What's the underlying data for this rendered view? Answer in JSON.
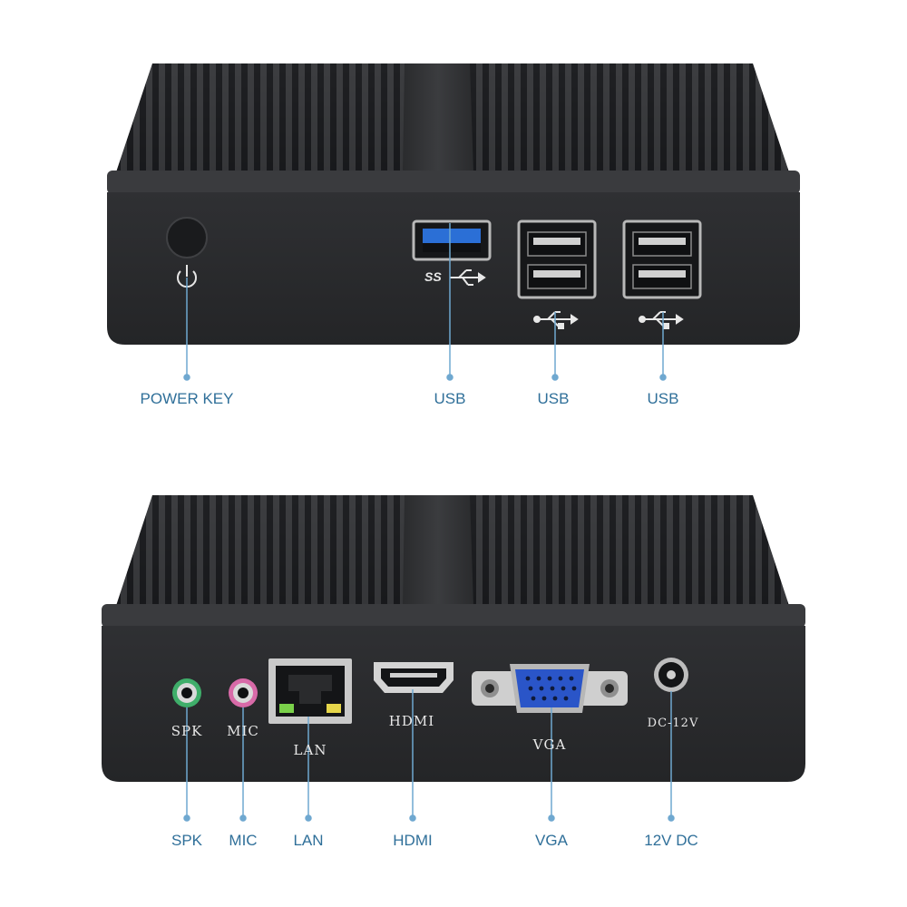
{
  "top_panel": {
    "callouts": [
      {
        "label": "POWER KEY"
      },
      {
        "label": "USB"
      },
      {
        "label": "USB"
      },
      {
        "label": "USB"
      }
    ],
    "ss_logo": "SS"
  },
  "bottom_panel": {
    "port_labels": [
      "SPK",
      "MIC",
      "LAN",
      "HDMI",
      "VGA",
      "DC-12V"
    ],
    "callouts": [
      {
        "label": "SPK"
      },
      {
        "label": "MIC"
      },
      {
        "label": "LAN"
      },
      {
        "label": "HDMI"
      },
      {
        "label": "VGA"
      },
      {
        "label": "12V DC"
      }
    ]
  },
  "colors": {
    "callout_line": "#6fa8d0",
    "callout_text": "#2f6f99",
    "case": "#2b2c2e",
    "usb3_blue": "#2b6fd6",
    "vga_blue": "#2a55c8",
    "spk_green": "#3fae6a",
    "mic_pink": "#d86aa8",
    "led_green": "#7ad14a",
    "led_yellow": "#e6d64a"
  }
}
